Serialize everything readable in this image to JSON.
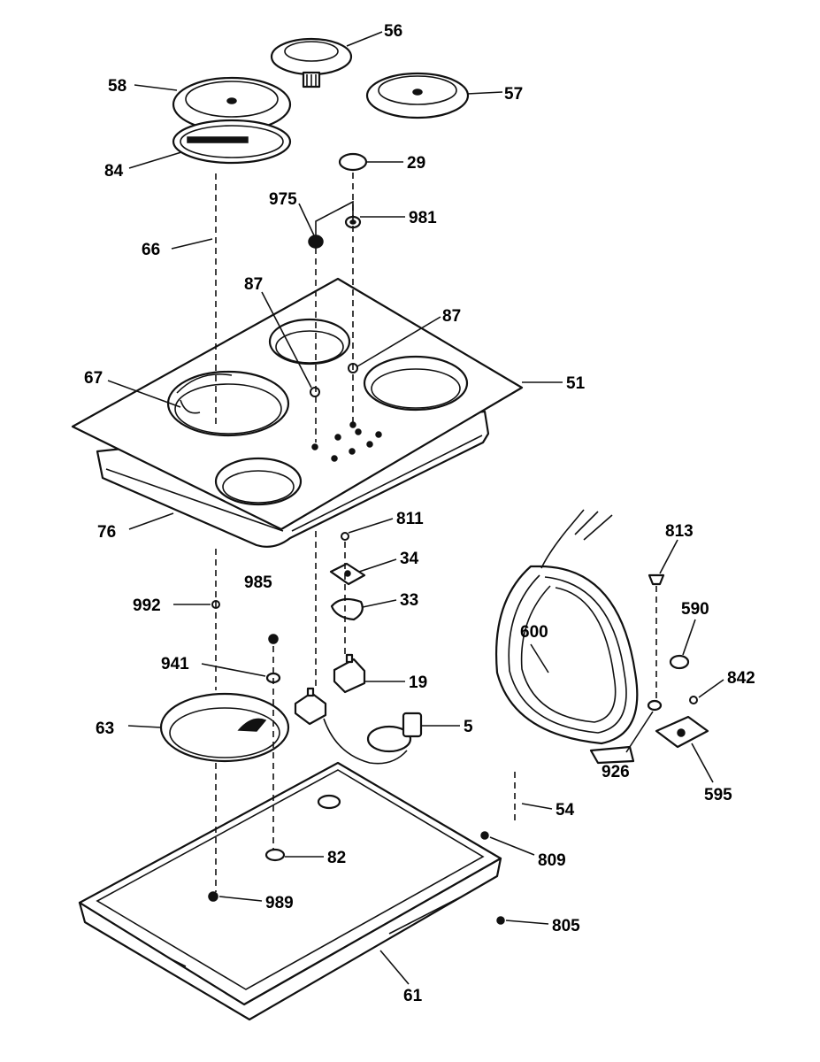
{
  "diagram": {
    "callouts": {
      "c56": "56",
      "c58": "58",
      "c57": "57",
      "c84": "84",
      "c29": "29",
      "c975": "975",
      "c981": "981",
      "c66": "66",
      "c87a": "87",
      "c87b": "87",
      "c67": "67",
      "c51": "51",
      "c76": "76",
      "c811": "811",
      "c34": "34",
      "c33": "33",
      "c19": "19",
      "c5": "5",
      "c992": "992",
      "c985": "985",
      "c941": "941",
      "c63": "63",
      "c600": "600",
      "c813": "813",
      "c590": "590",
      "c842": "842",
      "c926": "926",
      "c595": "595",
      "c54": "54",
      "c82": "82",
      "c809": "809",
      "c989": "989",
      "c805": "805",
      "c61": "61"
    }
  }
}
